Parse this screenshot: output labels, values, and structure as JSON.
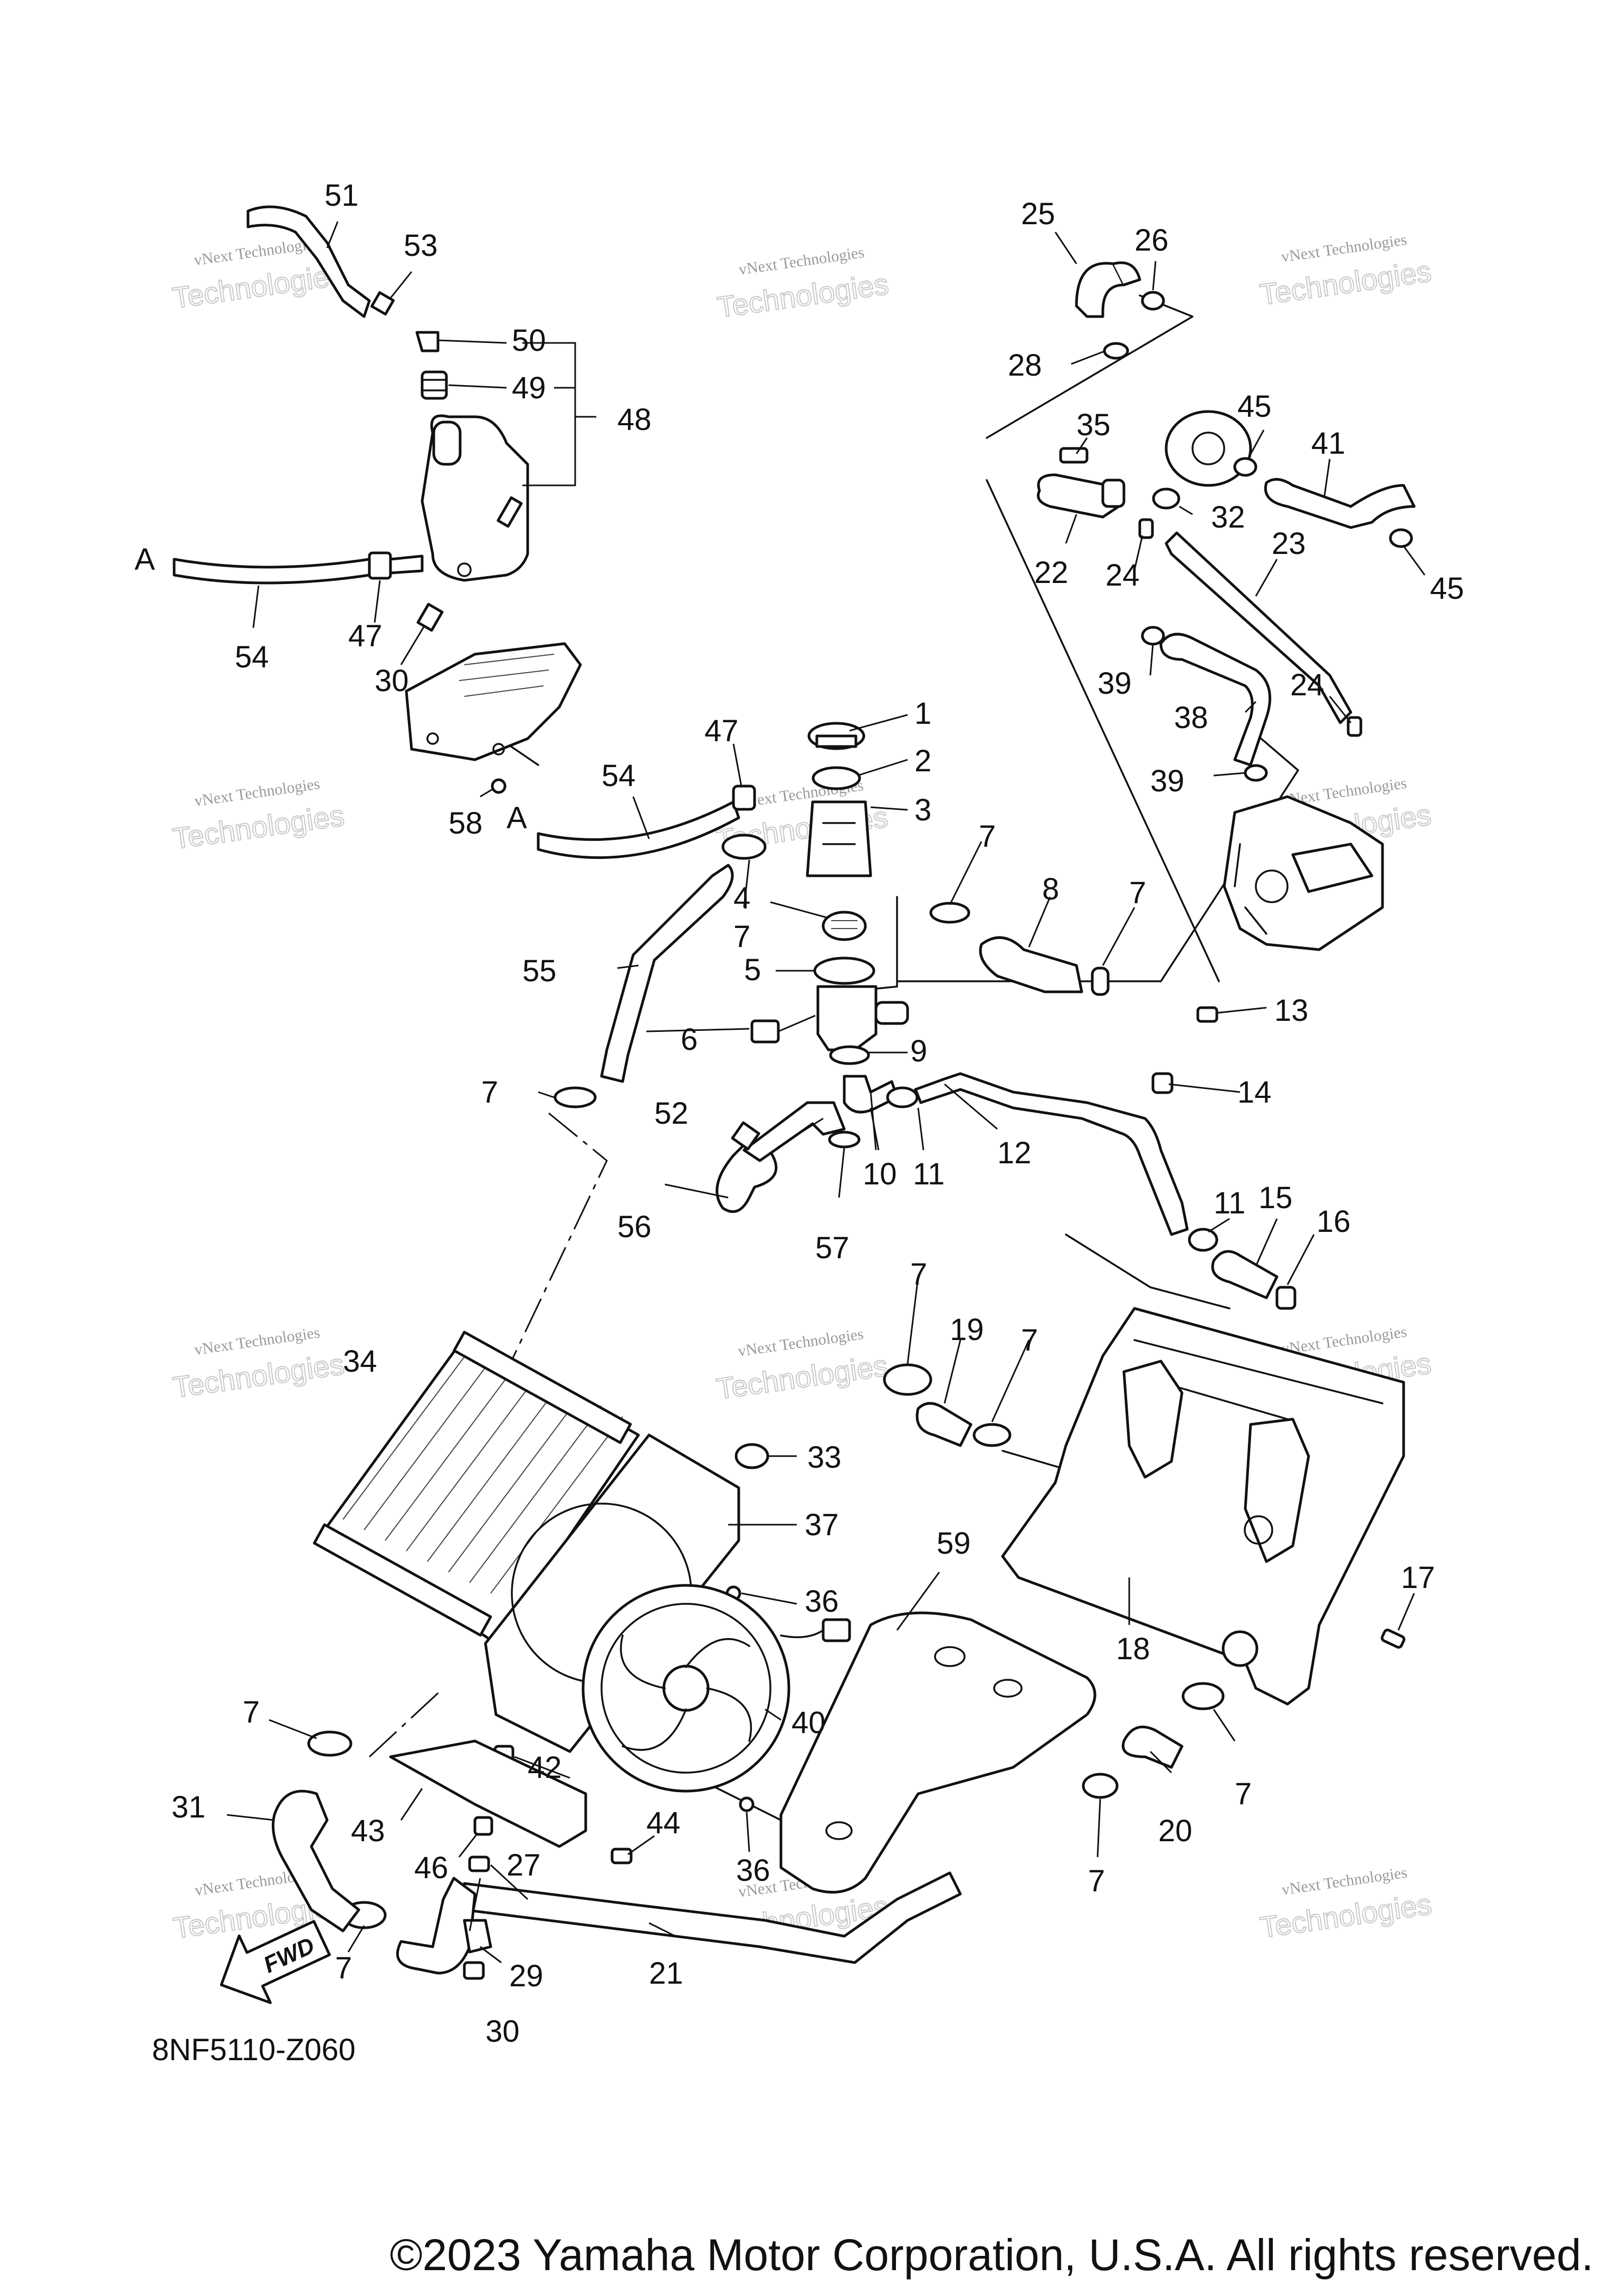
{
  "diagram": {
    "part_number": "8NF5110-Z060",
    "copyright": "©2023 Yamaha Motor Corporation, U.S.A. All rights reserved.",
    "fwd_label": "FWD",
    "ref_a_top": "A",
    "ref_a_mid": "A",
    "watermark_line1": "vNext Technologies",
    "watermark_line2": "Technologies",
    "callouts": {
      "c1": "1",
      "c2": "2",
      "c3": "3",
      "c4": "4",
      "c5": "5",
      "c6": "6",
      "c7a": "7",
      "c7b": "7",
      "c7c": "7",
      "c7d": "7",
      "c7e": "7",
      "c7f": "7",
      "c7g": "7",
      "c7h": "7",
      "c7i": "7",
      "c7j": "7",
      "c8": "8",
      "c9": "9",
      "c10": "10",
      "c11a": "11",
      "c11b": "11",
      "c12": "12",
      "c13": "13",
      "c14": "14",
      "c15": "15",
      "c16": "16",
      "c17": "17",
      "c18": "18",
      "c19": "19",
      "c20": "20",
      "c21": "21",
      "c22": "22",
      "c23": "23",
      "c24a": "24",
      "c24b": "24",
      "c25": "25",
      "c26": "26",
      "c27": "27",
      "c28": "28",
      "c29": "29",
      "c30a": "30",
      "c30b": "30",
      "c31": "31",
      "c32": "32",
      "c33": "33",
      "c34": "34",
      "c35": "35",
      "c36a": "36",
      "c36b": "36",
      "c37": "37",
      "c38": "38",
      "c39a": "39",
      "c39b": "39",
      "c40": "40",
      "c41": "41",
      "c42": "42",
      "c43": "43",
      "c44": "44",
      "c45a": "45",
      "c45b": "45",
      "c46": "46",
      "c47a": "47",
      "c47b": "47",
      "c48": "48",
      "c49": "49",
      "c50": "50",
      "c51": "51",
      "c52": "52",
      "c53": "53",
      "c54a": "54",
      "c54b": "54",
      "c55": "55",
      "c56": "56",
      "c57": "57",
      "c58": "58",
      "c59": "59"
    }
  }
}
